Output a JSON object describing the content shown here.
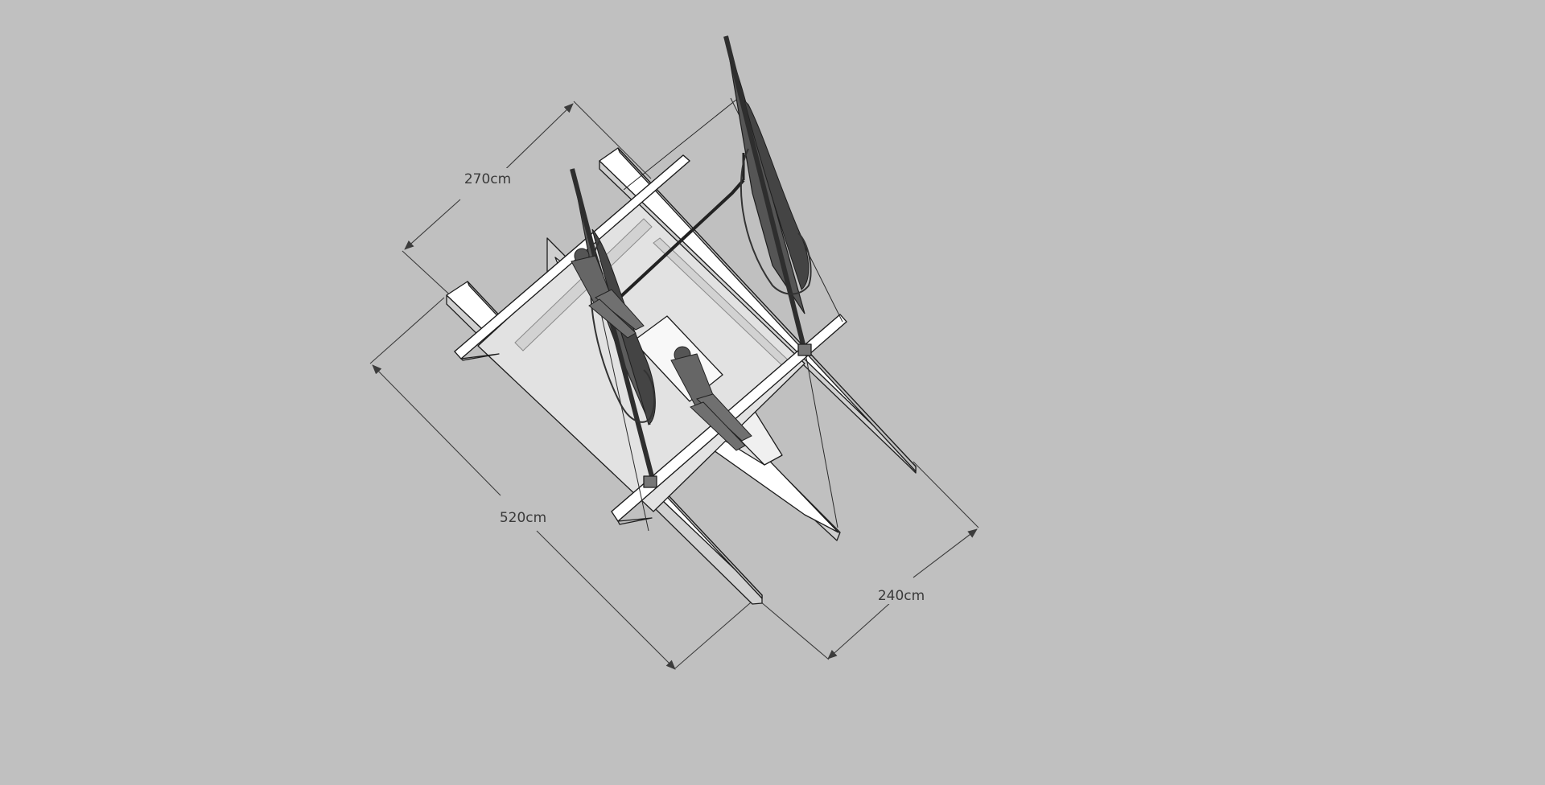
{
  "dimensions": {
    "width_top": "270cm",
    "length": "520cm",
    "width_bottom": "240cm"
  },
  "colors": {
    "background": "#c0c0c0",
    "hull_top": "#ffffff",
    "hull_side": "#d4d4d4",
    "deck": "#e2e2e2",
    "sail": "#3e3e3e",
    "line": "#1e1e1e"
  }
}
